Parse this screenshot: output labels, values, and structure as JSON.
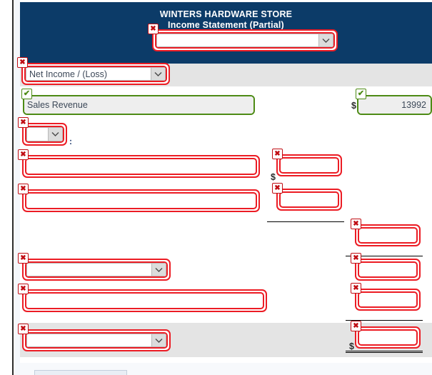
{
  "document": {
    "company_name": "WINTERS HARDWARE STORE",
    "statement_title": "Income Statement (Partial)"
  },
  "header": {
    "period_select": {
      "value": "",
      "status": "error",
      "badge": "✖"
    }
  },
  "subheader": {
    "account_select": {
      "value": "Net Income / (Loss)",
      "status": "error",
      "badge": "✖"
    }
  },
  "rows": [
    {
      "id": "sales-revenue",
      "label_field": {
        "type": "text",
        "value": "Sales Revenue",
        "status": "ok",
        "badge": "✔"
      },
      "amount_field": {
        "type": "text",
        "value": "13992",
        "status": "ok",
        "badge": "✔",
        "currency": "$"
      },
      "shading": "white"
    },
    {
      "id": "section-heading",
      "label_field": {
        "type": "select",
        "value": "",
        "status": "error",
        "badge": "✖"
      },
      "suffix": ":",
      "shading": "white"
    },
    {
      "id": "expense-line-1",
      "label_field": {
        "type": "text",
        "value": "",
        "status": "error",
        "badge": "✖"
      },
      "amount_field": {
        "type": "text",
        "value": "",
        "status": "error",
        "badge": "✖",
        "currency": "$"
      },
      "shading": "white"
    },
    {
      "id": "expense-line-2",
      "label_field": {
        "type": "text",
        "value": "",
        "status": "error",
        "badge": "✖"
      },
      "amount_field": {
        "type": "text",
        "value": "",
        "status": "error",
        "badge": "✖",
        "rule": "single"
      },
      "shading": "white"
    },
    {
      "id": "subtotal-line",
      "total_field": {
        "type": "text",
        "value": "",
        "status": "error",
        "badge": "✖",
        "rule": "single"
      },
      "shading": "white"
    },
    {
      "id": "category-line",
      "label_field": {
        "type": "select",
        "value": "",
        "status": "error",
        "badge": "✖"
      },
      "total_field": {
        "type": "text",
        "value": "",
        "status": "error",
        "badge": "✖"
      },
      "shading": "white"
    },
    {
      "id": "detail-line",
      "label_field": {
        "type": "text",
        "value": "",
        "status": "error",
        "badge": "✖"
      },
      "total_field": {
        "type": "text",
        "value": "",
        "status": "error",
        "badge": "✖",
        "rule": "single"
      },
      "shading": "white"
    },
    {
      "id": "net-total-line",
      "label_field": {
        "type": "select",
        "value": "",
        "status": "error",
        "badge": "✖"
      },
      "total_field": {
        "type": "text",
        "value": "",
        "status": "error",
        "badge": "✖",
        "currency": "$",
        "rule": "double"
      },
      "shading": "grey"
    }
  ],
  "colors": {
    "banner_bg": "#0c3b68",
    "banner_text": "#ffffff",
    "error_border": "#ec1c24",
    "ok_border": "#4d8b15",
    "row_grey": "#e4e4e4",
    "field_fill_ok": "#eeeeee",
    "text": "#3c4858"
  },
  "icons": {
    "chevron_down": "chevron-down-icon",
    "error_badge": "error-x-icon",
    "ok_badge": "valid-check-icon"
  }
}
